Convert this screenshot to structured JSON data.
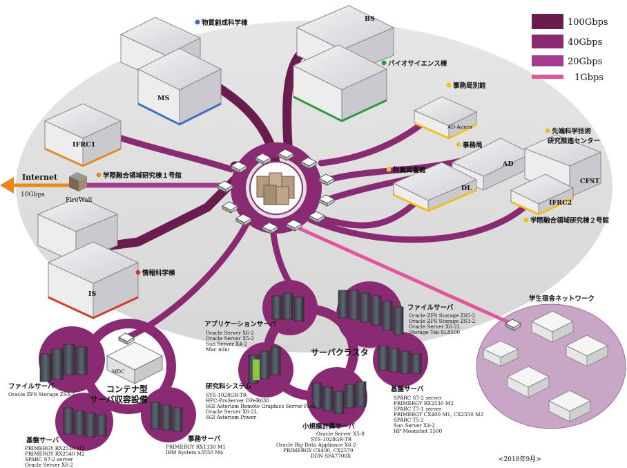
{
  "legend": {
    "items": [
      {
        "label": "100Gbps",
        "color": "#6b1c4f"
      },
      {
        "label": "40Gbps",
        "color": "#8a2a72"
      },
      {
        "label": "20Gbps",
        "color": "#a43b8e"
      },
      {
        "label": "1Gbps",
        "color": "#e2559b"
      }
    ]
  },
  "internet": {
    "label": "Internet",
    "speed": "10Gbps",
    "firewall": "FireWall"
  },
  "buildings": {
    "busshitsu": "物質創成科学棟",
    "bio": "バイオサイエンス棟",
    "jimu_bekkan": "事務局別館",
    "senmon": "先端科学技術",
    "senmon2": "研究推進センター",
    "jimukyoku": "事務局",
    "toshokan": "附属図書館",
    "yuugou1": "学際融合領域研究棟１号館",
    "yuugou2": "学際融合領域研究棟２号館",
    "jouhou": "情報科学棟",
    "dorm": "学生宿舎ネットワーク"
  },
  "building_codes": {
    "ms": "MS",
    "bs": "BS",
    "ifrc1": "IFRC1",
    "is": "IS",
    "ad_annex": "AD-Annex",
    "ad": "AD",
    "dl": "DL",
    "ifrc2": "IFRC2",
    "cfst": "CFST"
  },
  "cluster": {
    "title": "サーバクラスタ",
    "file_server_title": "ファイルサーバ",
    "file_server_items": [
      "Oracle ZFS Storage ZS5-2",
      "Oracle ZFS Storage ZS3-2",
      "Oracle Server X6-2L",
      "Storage Tek SL8500"
    ],
    "app_server_title": "アプリケーションサーバ",
    "app_server_items": [
      "Oracle Server X6-2",
      "Oracle Server X5-2",
      "Sun Server X4-2",
      "Mac mini"
    ],
    "research_title": "研究科システム",
    "research_items": [
      "SYS-1028GR-TR",
      "HPC-ProServer DPeR630",
      "SGI Asterism Remote Graphics Server Pack",
      "Oracle Server X6-2L",
      "SGI Asterism Power"
    ],
    "small_calc_title": "小規模計算サーバ",
    "small_calc_items": [
      "Oracle Server X5-8",
      "SYS-1028GR-TR",
      "Oracle Big Data Appliance X6-2",
      "PRIMERGY CX400, CX2570",
      "DDN SFA7700X"
    ],
    "base_title": "基盤サーバ",
    "base_items": [
      "SPARC S7-2 server",
      "PRIMERGY RX2530 M2",
      "SPARC T7-1 server",
      "PRIMERGY CX400 M1, CX2550 M2",
      "SPARC T5-2",
      "Sun Server X4-2",
      "HP Moonshot 1500"
    ]
  },
  "container": {
    "title_line1": "コンテナ型",
    "title_line2": "サーバ収容設備",
    "mdc": "MDC",
    "file_title": "ファイルサーバ",
    "file_items": [
      "Oracle ZFS Storage ZS3-2"
    ],
    "base_title": "基盤サーバ",
    "base_items": [
      "PRIMERGY RX2530 M2",
      "PRIMERGY RX2540 M2",
      "SPARC S7-2 server",
      "Oracle Server X6-2"
    ],
    "office_title": "事務サーバ",
    "office_items": [
      "PRIMERGY RX1330 M1",
      "IBM System x3550 M4"
    ]
  },
  "date": "<2018年9月>"
}
